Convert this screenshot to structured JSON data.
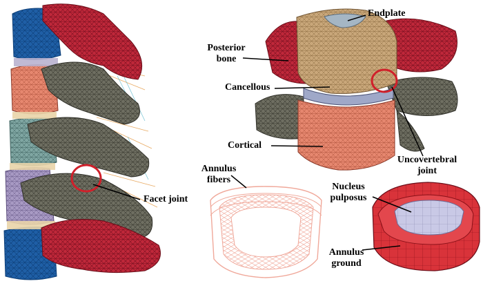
{
  "labels": {
    "endplate": "Endplate",
    "posterior_line1": "Posterior",
    "posterior_line2": "bone",
    "cancellous": "Cancellous",
    "cortical": "Cortical",
    "uncovertebral_line1": "Uncovertebral",
    "uncovertebral_line2": "joint",
    "facet_joint": "Facet joint",
    "annulus_fibers_line1": "Annulus",
    "annulus_fibers_line2": "fibers",
    "nucleus_line1": "Nucleus",
    "nucleus_line2": "pulposus",
    "annulus_ground_line1": "Annulus",
    "annulus_ground_line2": "ground"
  },
  "colors": {
    "vertebral_body_blue": "#1f5fa6",
    "posterior_red": "#c0283a",
    "cancellous_tan": "#c9a77a",
    "cortical_salmon": "#e6876f",
    "disc_gray": "#6f6f62",
    "highlight_circle": "#d0202a",
    "nucleus_lavender": "#c9c9e6",
    "annulus_red": "#d9333a",
    "fiber_salmon": "#f0a89a"
  }
}
